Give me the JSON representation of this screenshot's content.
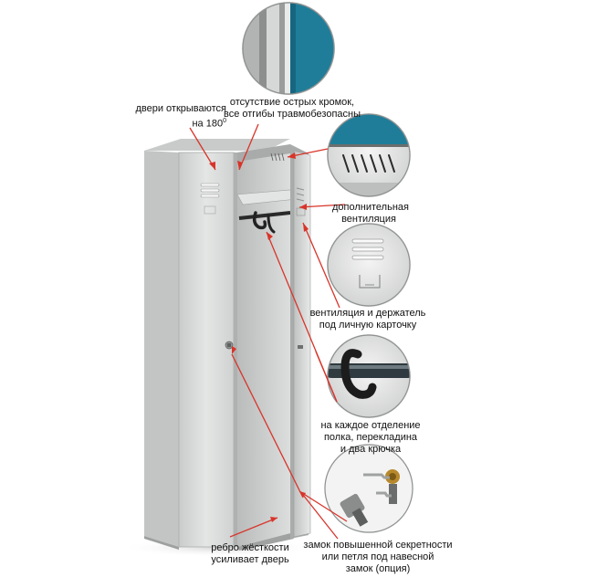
{
  "labels": {
    "doors": "двери открываются\nна 180",
    "doors_deg": "0",
    "edges": "отсутствие острых кромок,\nвсе отгибы травмобезопасны",
    "extra_vent": "дополнительная\nвентиляция",
    "vent_holder": "вентиляция и держатель\nпод личную карточку",
    "compartment": "на каждое отделение\nполка, перекладина\nи два крючка",
    "rib": "ребро жёсткости\nусиливает дверь",
    "lock": "замок повышенной секретности\nили петля под навесной\nзамок (опция)"
  },
  "colors": {
    "annotation_red": "#d8342a",
    "cabinet_grey": "#d7d9d8",
    "edge_detail_teal": "#1f7d9a"
  },
  "icons": [
    "locker-cabinet",
    "edge-closeup",
    "top-vent-closeup",
    "door-vent-closeup",
    "hook-closeup",
    "lock-closeup"
  ]
}
